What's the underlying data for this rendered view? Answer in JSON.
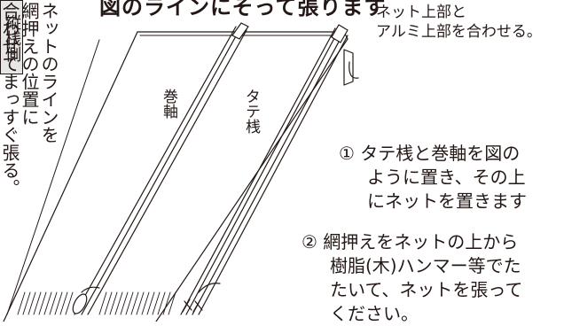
{
  "heading": "図のラインにそって張ります",
  "top_note": [
    "ネット上部と",
    "アルミ上部を合わせる。"
  ],
  "side_label": "縦桟側",
  "left_note": [
    "ネットのラインを",
    "網押えの位置に",
    "合わせてまっすぐ張る。"
  ],
  "part_labels": {
    "roll": "巻軸",
    "stile": "タテ桟"
  },
  "steps": [
    {
      "number": "①",
      "lines": [
        "タテ桟と巻軸を図の",
        "ように置き、その上",
        "にネットを置きます"
      ]
    },
    {
      "number": "②",
      "lines": [
        "網押えをネットの上から",
        "樹脂(木)ハンマー等でた",
        "たいて、ネットを張って",
        "ください。"
      ]
    }
  ],
  "colors": {
    "ink": "#231815",
    "label_fill": "#e6e6e6"
  }
}
